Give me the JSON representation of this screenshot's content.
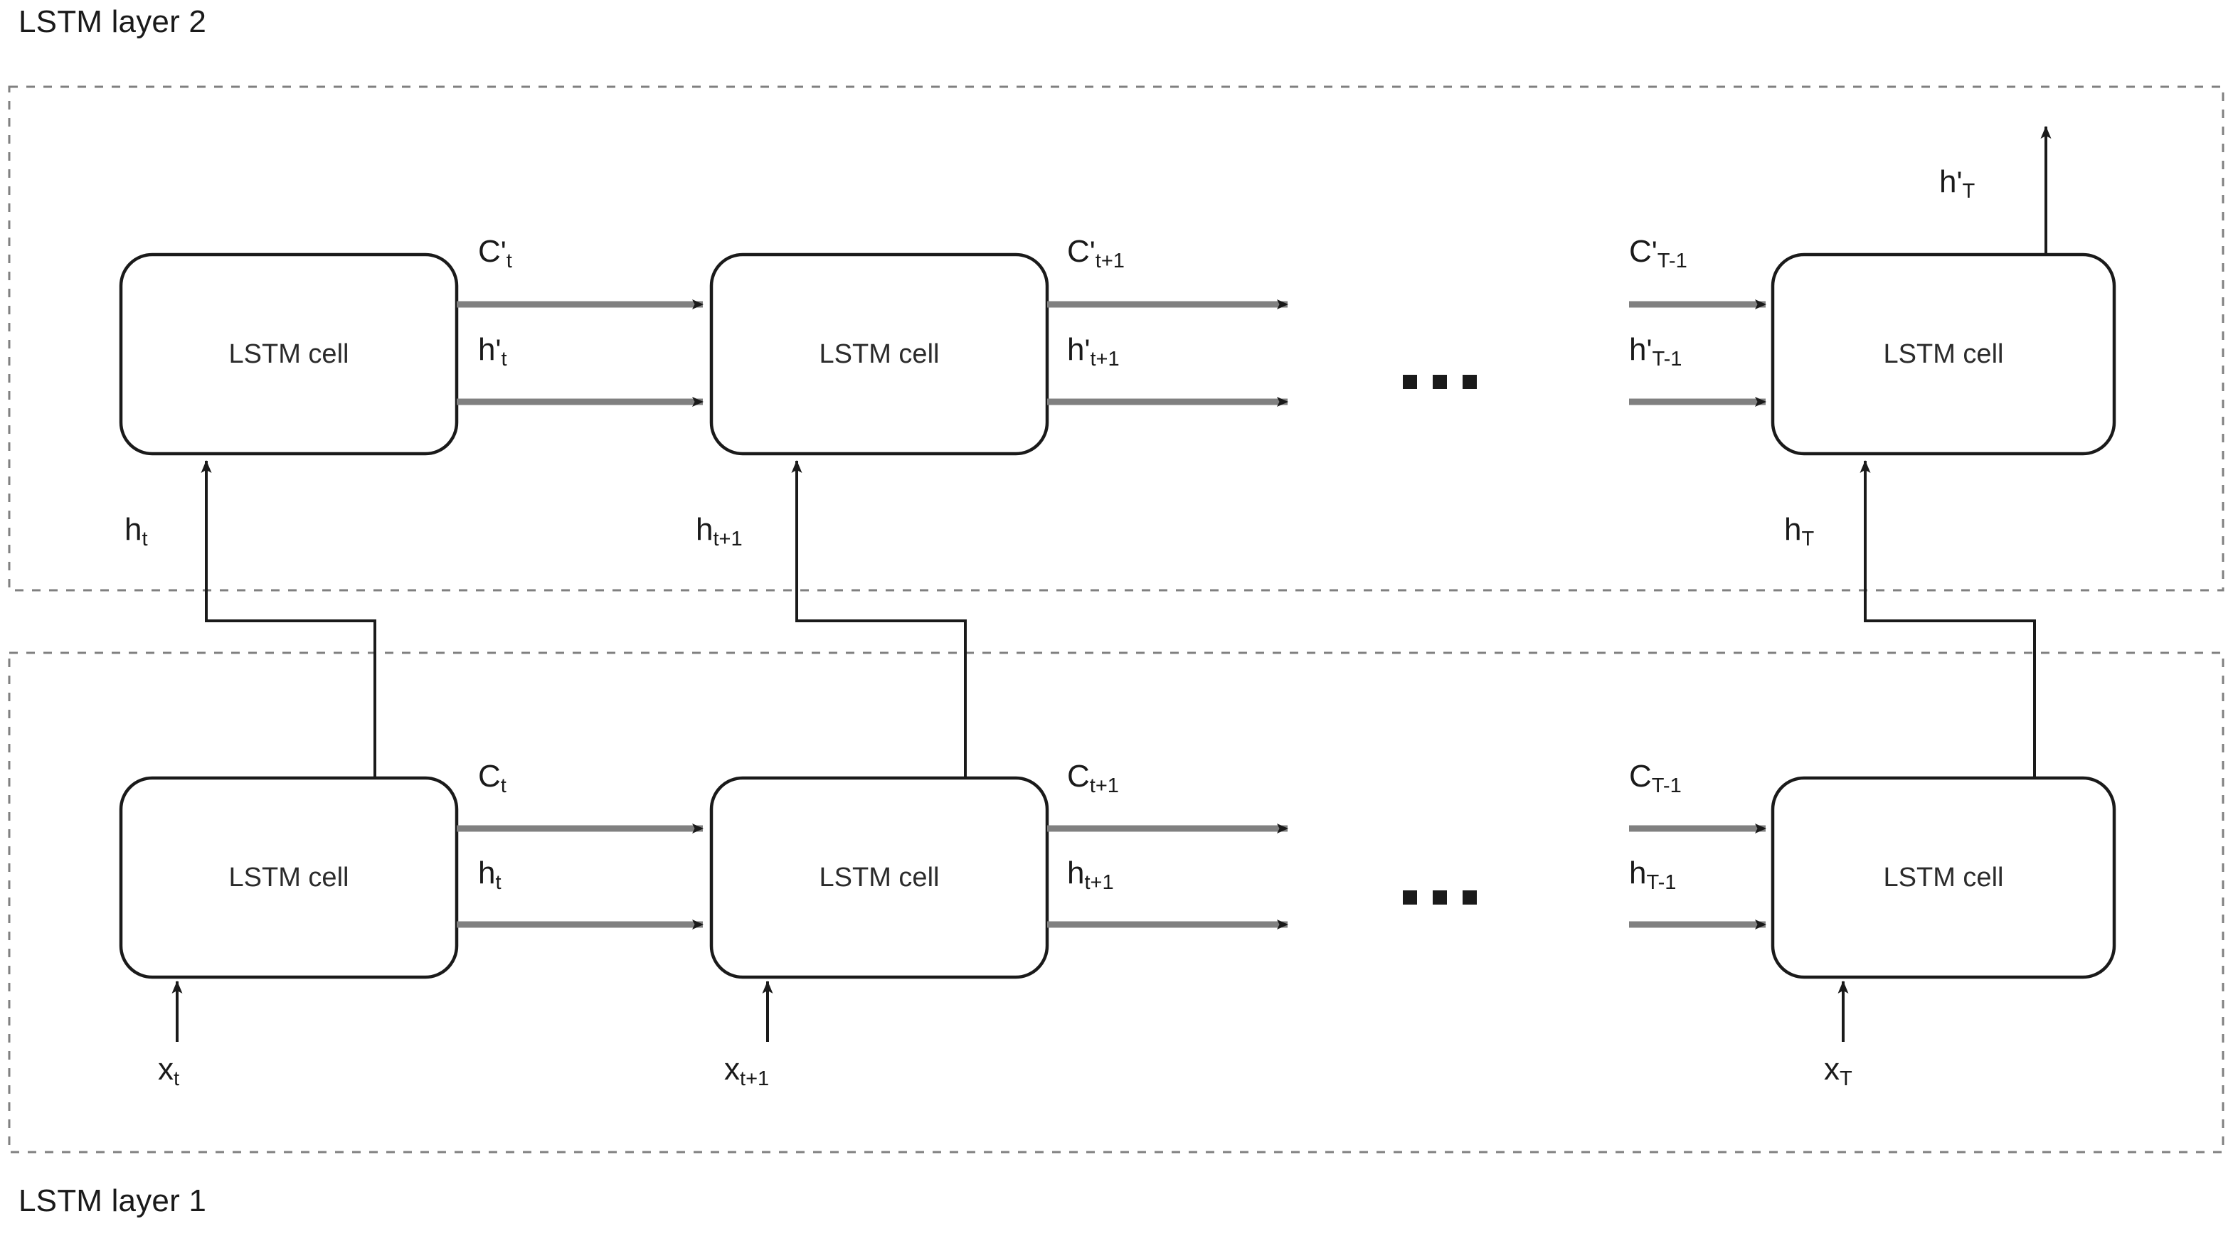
{
  "diagram": {
    "title_top": "LSTM layer 2",
    "title_bottom": "LSTM layer 1",
    "cell_label": "LSTM cell",
    "colors": {
      "stroke": "#1a1a1a",
      "arrow_shaft": "#808080",
      "dashed_border": "#808080",
      "text": "#1a1a1a",
      "background": "#ffffff"
    }
  },
  "layer2": {
    "name": "LSTM layer 2",
    "cells": [
      {
        "label": "LSTM cell",
        "index": "t"
      },
      {
        "label": "LSTM cell",
        "index": "t+1"
      },
      {
        "label": "LSTM cell",
        "index": "T"
      }
    ],
    "signals": {
      "c_out_t": {
        "base": "C",
        "prime": "'",
        "sub": "t"
      },
      "h_out_t": {
        "base": "h",
        "prime": "'",
        "sub": "t"
      },
      "c_out_t1": {
        "base": "C",
        "prime": "'",
        "sub": "t+1"
      },
      "h_out_t1": {
        "base": "h",
        "prime": "'",
        "sub": "t+1"
      },
      "c_in_T1": {
        "base": "C",
        "prime": "'",
        "sub": "T-1"
      },
      "h_in_T1": {
        "base": "h",
        "prime": "'",
        "sub": "T-1"
      },
      "h_final_T": {
        "base": "h",
        "prime": "'",
        "sub": "T"
      }
    }
  },
  "layer1": {
    "name": "LSTM layer 1",
    "cells": [
      {
        "label": "LSTM cell",
        "index": "t"
      },
      {
        "label": "LSTM cell",
        "index": "t+1"
      },
      {
        "label": "LSTM cell",
        "index": "T"
      }
    ],
    "signals": {
      "c_out_t": {
        "base": "C",
        "prime": "",
        "sub": "t"
      },
      "h_out_t": {
        "base": "h",
        "prime": "",
        "sub": "t"
      },
      "c_out_t1": {
        "base": "C",
        "prime": "",
        "sub": "t+1"
      },
      "h_out_t1": {
        "base": "h",
        "prime": "",
        "sub": "t+1"
      },
      "c_in_T1": {
        "base": "C",
        "prime": "",
        "sub": "T-1"
      },
      "h_in_T1": {
        "base": "h",
        "prime": "",
        "sub": "T-1"
      },
      "x_t": {
        "base": "x",
        "prime": "",
        "sub": "t"
      },
      "x_t1": {
        "base": "x",
        "prime": "",
        "sub": "t+1"
      },
      "x_T": {
        "base": "x",
        "prime": "",
        "sub": "T"
      }
    }
  },
  "interlayer": {
    "h_t": {
      "base": "h",
      "prime": "",
      "sub": "t"
    },
    "h_t1": {
      "base": "h",
      "prime": "",
      "sub": "t+1"
    },
    "h_T": {
      "base": "h",
      "prime": "",
      "sub": "T"
    }
  },
  "ellipsis": {
    "glyph": "...",
    "count": 3
  }
}
